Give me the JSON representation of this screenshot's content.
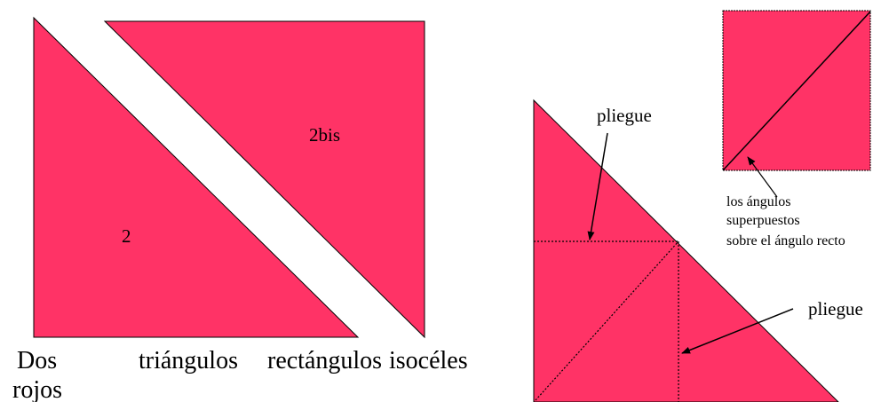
{
  "colors": {
    "triangle_fill": "#FF3366",
    "stroke": "#000000"
  },
  "labels": {
    "triangle_2": "2",
    "triangle_2bis": "2bis",
    "fold_top": "pliegue",
    "fold_right": "pliegue",
    "angles_line1": "los ángulos",
    "angles_line2": "superpuestos",
    "angles_line3": "sobre el ángulo recto"
  },
  "caption": {
    "word1": "Dos",
    "word2": "triángulos",
    "word3": "rectángulos",
    "word4": "isocéles",
    "line2": "rojos"
  }
}
